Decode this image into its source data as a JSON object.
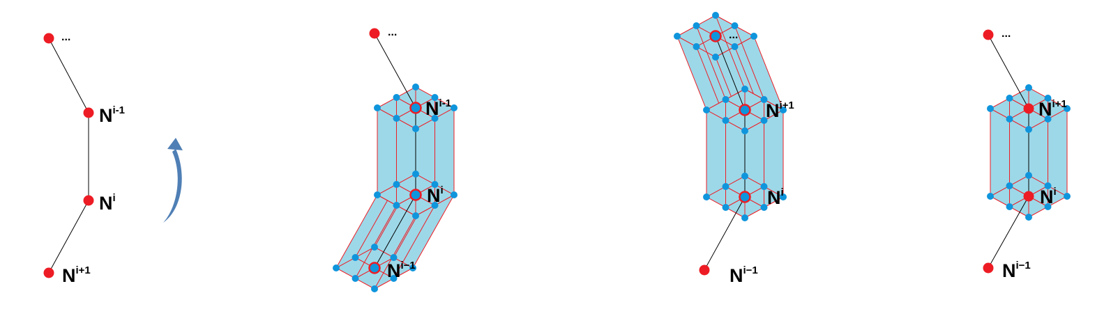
{
  "colors": {
    "node": "#ed1c24",
    "grid_node": "#0f95dc",
    "prism_fill": "#9dd8e8",
    "prism_edge": "#ed1c24",
    "bond": "#000000",
    "arrow": "#4f7fb5"
  },
  "panels": [
    {
      "ellipsis": "...",
      "labels": [
        {
          "base": "N",
          "sup": "i-1"
        },
        {
          "base": "N",
          "sup": "i"
        },
        {
          "base": "N",
          "sup": "i+1"
        }
      ]
    },
    {
      "ellipsis": "...",
      "labels": [
        {
          "base": "N",
          "sup": "i-1"
        },
        {
          "base": "N",
          "sup": "i"
        },
        {
          "base": "N",
          "sup": "i−1"
        }
      ]
    },
    {
      "ellipsis": "...",
      "labels": [
        {
          "base": "N",
          "sup": "i+1"
        },
        {
          "base": "N",
          "sup": "i"
        },
        {
          "base": "N",
          "sup": "i−1"
        }
      ]
    },
    {
      "ellipsis": "...",
      "labels": [
        {
          "base": "N",
          "sup": "i+1"
        },
        {
          "base": "N",
          "sup": "i"
        },
        {
          "base": "N",
          "sup": "i−1"
        }
      ]
    }
  ]
}
